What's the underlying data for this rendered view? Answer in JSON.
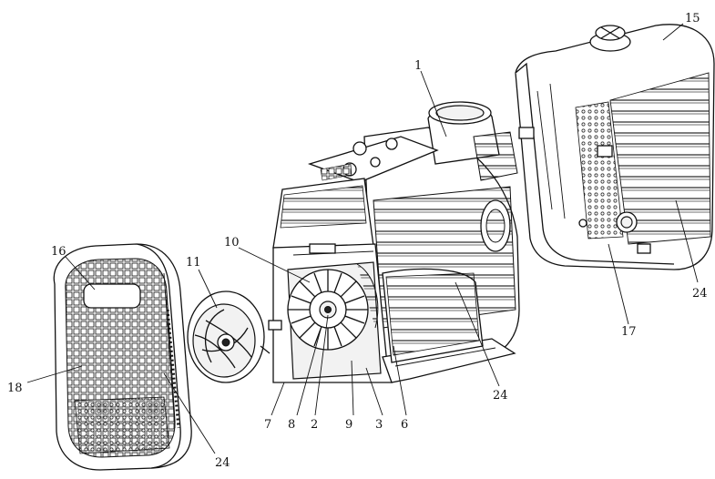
{
  "callouts": [
    {
      "id": "c1",
      "label": "1"
    },
    {
      "id": "c2",
      "label": "2"
    },
    {
      "id": "c3",
      "label": "3"
    },
    {
      "id": "c6",
      "label": "6"
    },
    {
      "id": "c7",
      "label": "7"
    },
    {
      "id": "c8",
      "label": "8"
    },
    {
      "id": "c9",
      "label": "9"
    },
    {
      "id": "c10",
      "label": "10"
    },
    {
      "id": "c11",
      "label": "11"
    },
    {
      "id": "c15",
      "label": "15"
    },
    {
      "id": "c16",
      "label": "16"
    },
    {
      "id": "c17",
      "label": "17"
    },
    {
      "id": "c18",
      "label": "18"
    },
    {
      "id": "c24a",
      "label": "24"
    },
    {
      "id": "c24b",
      "label": "24"
    },
    {
      "id": "c24c",
      "label": "24"
    }
  ]
}
